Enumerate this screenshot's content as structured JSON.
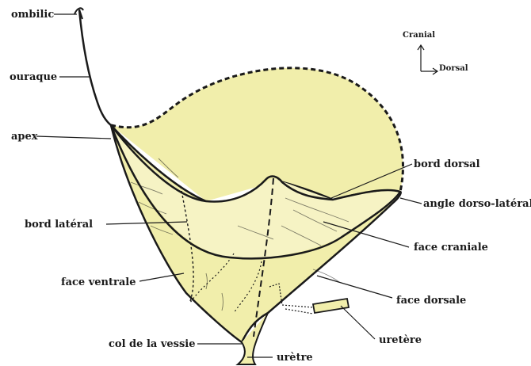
{
  "diagram": {
    "colors": {
      "fill": "#f1eeab",
      "fill_light": "#f6f3c4",
      "stroke": "#1a1a1a",
      "background": "#ffffff"
    },
    "orientation": {
      "cranial": "Cranial",
      "dorsal": "Dorsal"
    },
    "labels": {
      "ombilic": "ombilic",
      "ouraque": "ouraque",
      "apex": "apex",
      "bord_dorsal": "bord dorsal",
      "angle_dorso_lateral": "angle dorso-latéral",
      "bord_lateral": "bord latéral",
      "face_craniale": "face craniale",
      "face_ventrale": "face ventrale",
      "face_dorsale": "face dorsale",
      "col_de_la_vessie": "col de la vessie",
      "uretere": "uretère",
      "uretre": "urètre"
    }
  }
}
